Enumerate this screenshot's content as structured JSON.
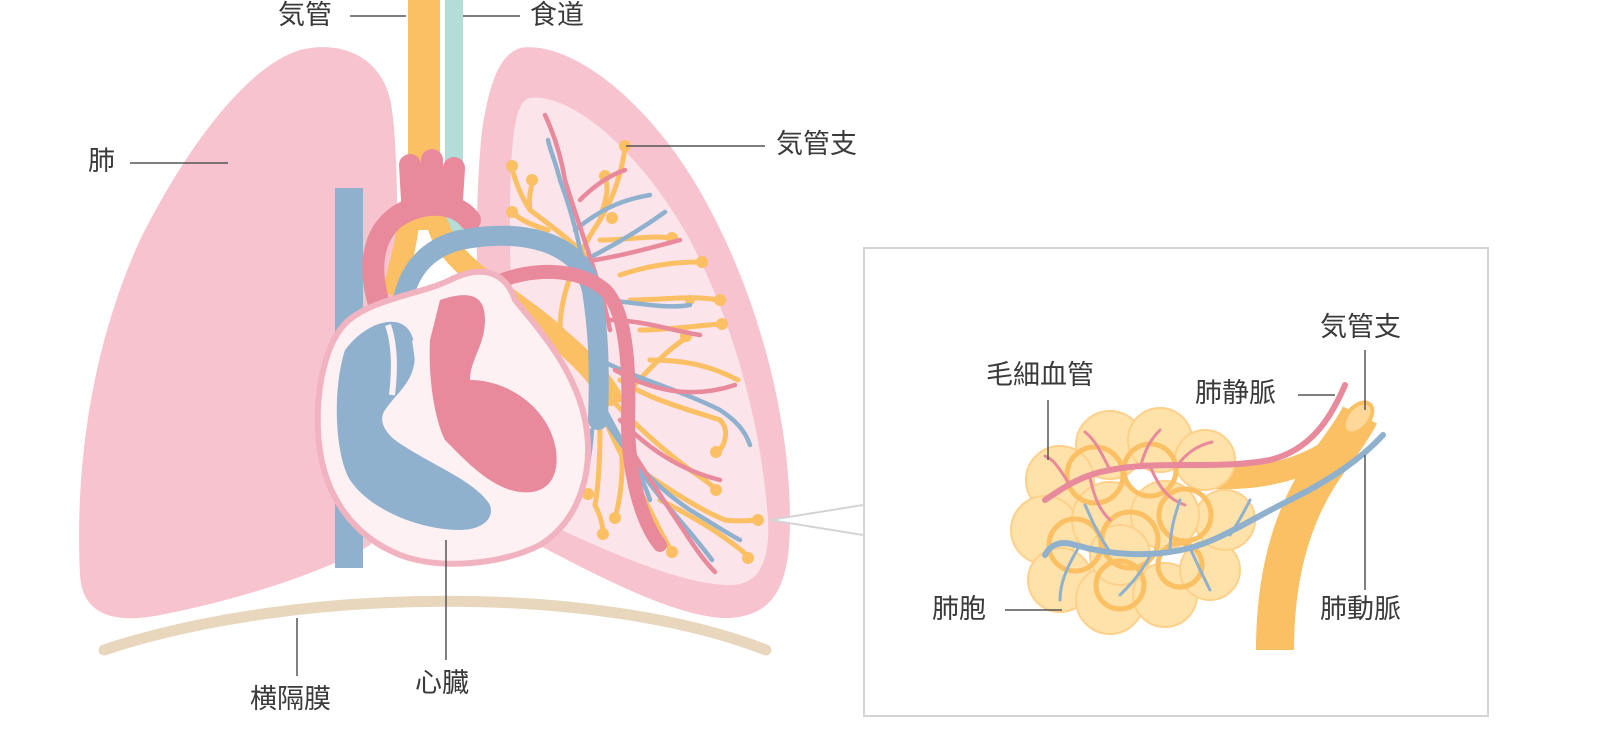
{
  "diagram": {
    "labels": {
      "trachea": "気管",
      "esophagus": "食道",
      "lung": "肺",
      "bronchus": "気管支",
      "diaphragm": "横隔膜",
      "heart": "心臓"
    },
    "inset": {
      "capillary": "毛細血管",
      "bronchus": "気管支",
      "pulmonary_vein": "肺静脈",
      "alveolus": "肺胞",
      "pulmonary_artery": "肺動脈"
    }
  },
  "colors": {
    "lung": "#f6c3cf",
    "lung_edge": "#f2b3c1",
    "lung_inner": "#fbe4ea",
    "airway": "#fbbf64",
    "esophagus": "#b5ddd8",
    "artery_blue": "#8fb1cd",
    "vein_red": "#e8899c",
    "heart_wall": "#fdf1f3",
    "diaphragm": "#e8d6bd",
    "alveolus_fill": "#ffe2a9",
    "inset_border": "#d4d4d4",
    "leader": "#555555"
  }
}
